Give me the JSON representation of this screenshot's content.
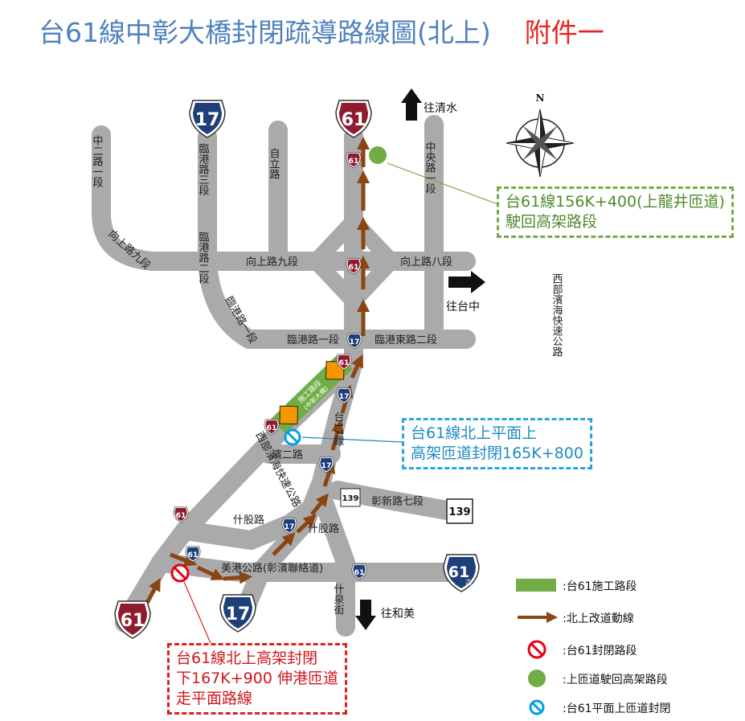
{
  "title": {
    "main": "台61線中彰大橋封閉疏導路線圖(北上)",
    "attachment": "附件一"
  },
  "compass": {
    "north": "N"
  },
  "directions": {
    "qingshui": "往清水",
    "taichung": "往台中",
    "hemei": "往和美"
  },
  "shields": {
    "s17": "17",
    "s61": "61",
    "s139": "139",
    "s61c": "61",
    "s61c_sub": "乙"
  },
  "roads": {
    "zhonger": "中二路一段",
    "lingang3": "臨港路三段",
    "zili": "自立路",
    "zhongyang": "中央路一段",
    "xiangshang9_diag": "向上路九段",
    "lingang2": "臨港路二段",
    "xiangshang9": "向上路九段",
    "xiangshang8": "向上路八段",
    "lingang1_diag": "臨港路一段",
    "lingang1": "臨港路一段",
    "lingangdong2": "臨港東路二段",
    "west_coast": "西部濱海快速公路",
    "west_coast_left": "西部濱海快速公路",
    "tai17": "台17線",
    "binerh": "濱二路",
    "zhangxin7": "彰新路七段",
    "shigu_l": "什股路",
    "shigu_r": "什股路",
    "meigang": "美港公路(彰濱聯絡道)",
    "shiquan": "什泉街"
  },
  "construction_sign": {
    "line1": "施工路段",
    "line2": "(中彰大橋)"
  },
  "callouts": {
    "green": [
      "台61線156K+400(上龍井匝道)",
      "駛回高架路段"
    ],
    "blue": [
      "台61線北上平面上",
      "高架匝道封閉165K+800"
    ],
    "red": [
      "台61線北上高架封閉",
      "下167K+900 伸港匝道",
      "走平面路線"
    ]
  },
  "legend": [
    {
      "icon": "green-bar",
      "label": ":台61施工路段",
      "color": "#70ad47"
    },
    {
      "icon": "brown-arrow",
      "label": ":北上改道動線",
      "color": "#8b4513"
    },
    {
      "icon": "red-no-entry",
      "label": ":台61封閉路段",
      "color": "#e60012"
    },
    {
      "icon": "green-dot",
      "label": ":上匝道駛回高架路段",
      "color": "#70ad47"
    },
    {
      "icon": "blue-no-entry",
      "label": ":台61平面上匝道封閉",
      "color": "#00a0e9"
    }
  ],
  "colors": {
    "title_blue": "#4f81bd",
    "road_gray": "#aaaaaa",
    "route_brown": "#8b4513",
    "shield_17": "#1f3f7a",
    "shield_61": "#8e1b2e"
  }
}
